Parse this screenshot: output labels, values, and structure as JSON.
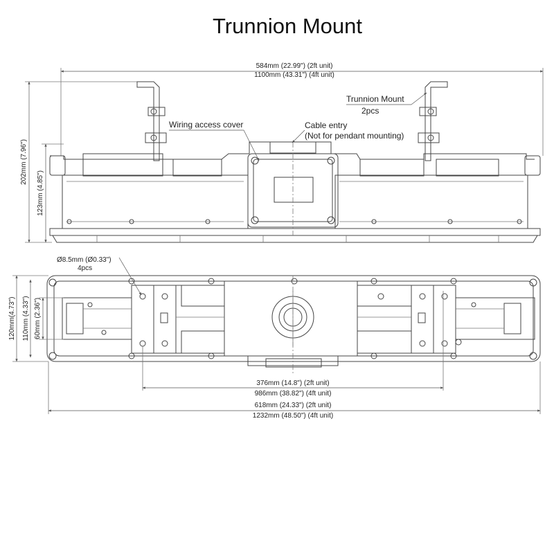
{
  "title": "Trunnion Mount",
  "callouts": {
    "trunnion_mount": "Trunnion Mount",
    "trunnion_qty": "2pcs",
    "wiring_access": "Wiring access cover",
    "cable_entry": "Cable entry",
    "cable_entry_note": "(Not for pendant mounting)",
    "hole_dia": "Ø8.5mm (Ø0.33\")",
    "hole_qty": "4pcs"
  },
  "dimensions": {
    "top_width_2ft": "584mm (22.99\") (2ft unit)",
    "top_width_4ft": "1100mm (43.31\") (4ft unit)",
    "height_total": "202mm (7.96\")",
    "height_body": "123mm (4.85\")",
    "depth_120": "120mm(4.73\")",
    "depth_110": "110mm (4.33\")",
    "depth_60": "60mm (2.36\")",
    "bottom_inner_2ft": "376mm (14.8\") (2ft unit)",
    "bottom_inner_4ft": "986mm (38.82\") (4ft unit)",
    "bottom_outer_2ft": "618mm (24.33\") (2ft unit)",
    "bottom_outer_4ft": "1232mm (48.50\") (4ft unit)"
  }
}
